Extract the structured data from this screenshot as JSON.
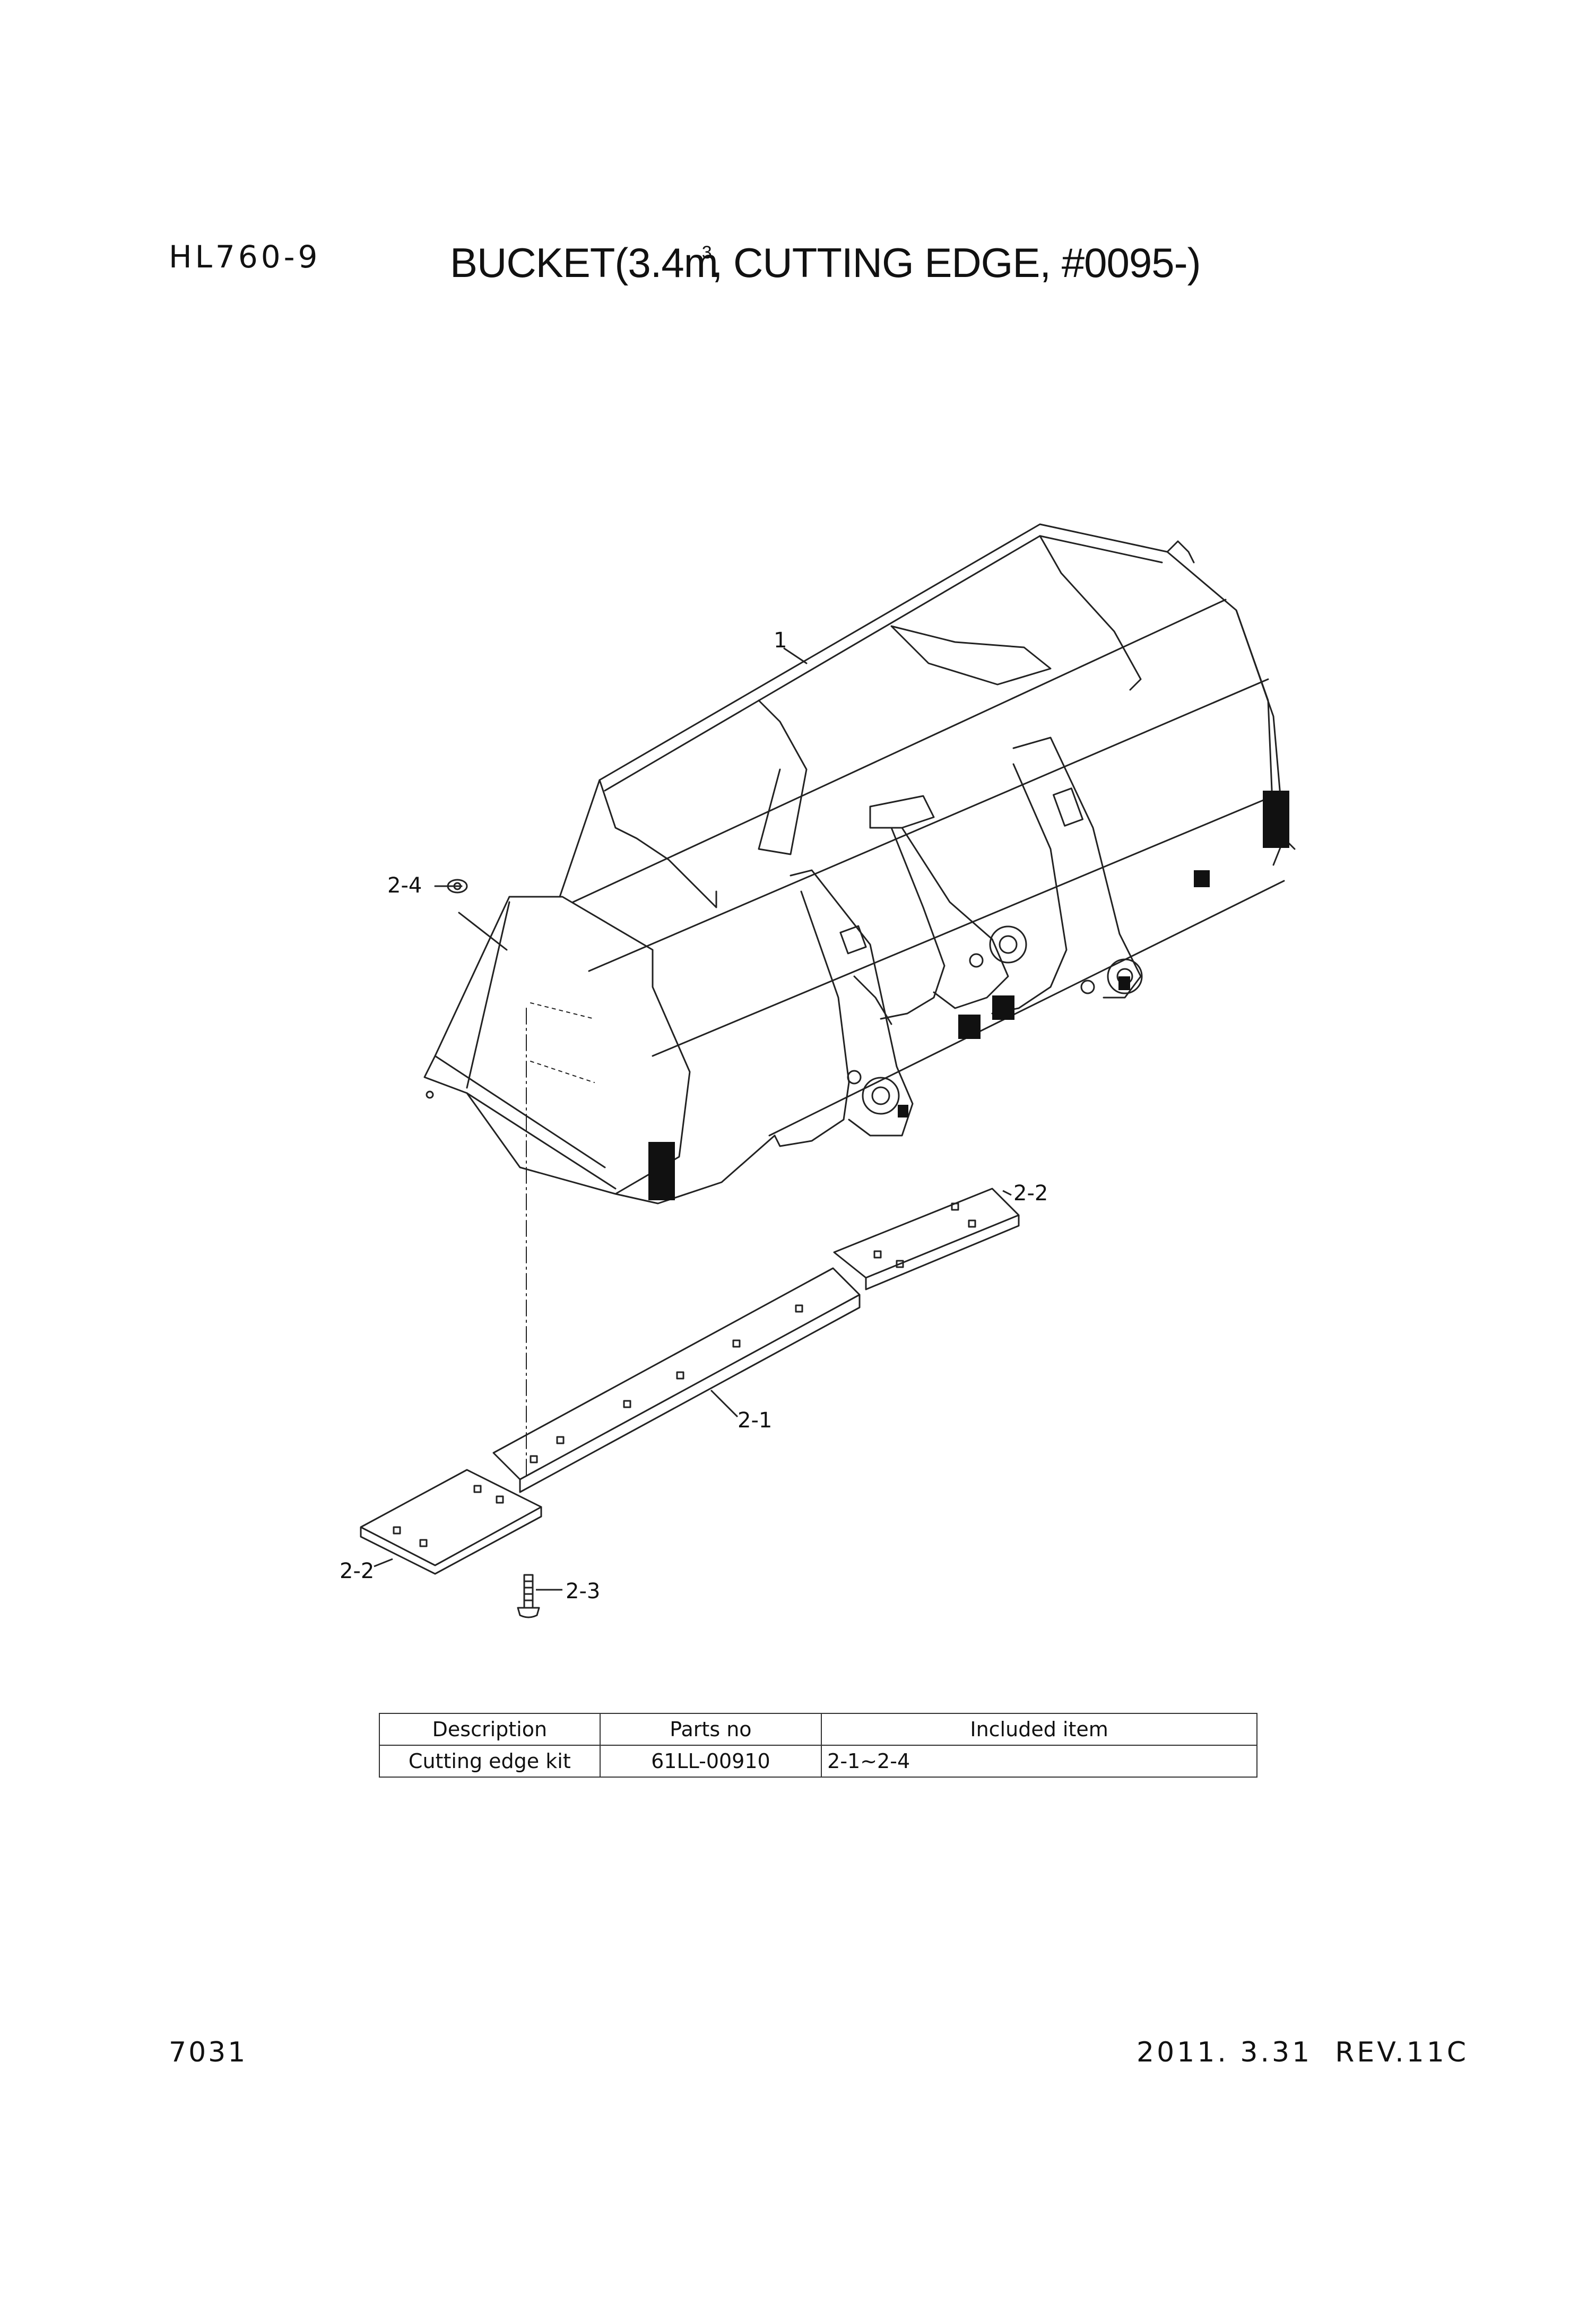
{
  "header": {
    "model": "HL760-9",
    "title_prefix": "BUCKET(3.4m",
    "title_sup": "3",
    "title_suffix": ", CUTTING EDGE, #0095-)"
  },
  "callouts": {
    "c1": "1",
    "c2_4": "2-4",
    "c2_2_right": "2-2",
    "c2_1": "2-1",
    "c2_2_left": "2-2",
    "c2_3": "2-3"
  },
  "table": {
    "headers": [
      "Description",
      "Parts no",
      "Included item"
    ],
    "rows": [
      [
        "Cutting edge kit",
        "61LL-00910",
        "2-1~2-4"
      ]
    ]
  },
  "footer": {
    "page": "7031",
    "date": "2011. 3.31",
    "revision": "REV.11C"
  }
}
